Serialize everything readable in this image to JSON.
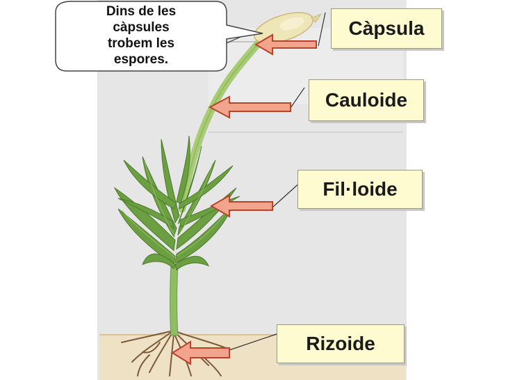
{
  "callout": {
    "text": "Dins de les càpsules trobem les espores."
  },
  "labels": {
    "capsula": "Càpsula",
    "cauloide": "Cauloide",
    "filoide": "Fil·loide",
    "rizoide": "Rizoide"
  },
  "colors": {
    "arrow_fill": "#f2a58c",
    "arrow_stroke": "#b5442a",
    "label_bg": "#fffbd0",
    "stem": "#9cc46a",
    "leaf": "#5f8f3a",
    "capsule": "#efe6b8",
    "soil": "#efe1c4",
    "root": "#7a5a3a",
    "panel": "#e7e7e7"
  }
}
